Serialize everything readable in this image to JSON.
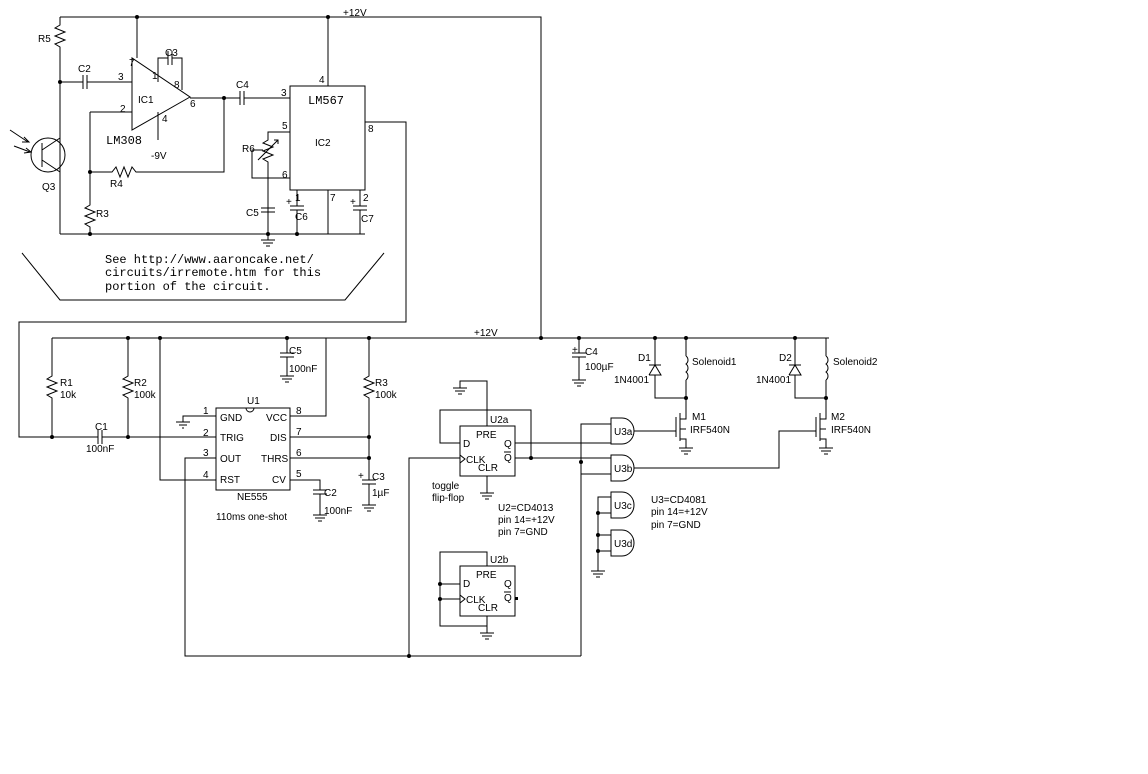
{
  "rails": {
    "top_supply": "+12V",
    "mid_supply": "+12V"
  },
  "ic1": {
    "ref": "IC1",
    "part": "LM308",
    "neg_supply": "-9V",
    "pins": [
      "7",
      "1",
      "8",
      "3",
      "2",
      "6",
      "4"
    ]
  },
  "ic2": {
    "ref": "IC2",
    "part": "LM567",
    "pins": [
      "3",
      "4",
      "5",
      "6",
      "8",
      "1",
      "7",
      "2"
    ]
  },
  "photo_transistor": "Q3",
  "top_parts": {
    "r5": "R5",
    "c2": "C2",
    "c3": "C3",
    "c4": "C4",
    "r4": "R4",
    "r3": "R3",
    "r6": "R6",
    "c5": "C5",
    "c6": "C6",
    "c7": "C7"
  },
  "note": [
    "See http://www.aaroncake.net/",
    "circuits/irremote.htm for this",
    "portion of the circuit."
  ],
  "ne555": {
    "ref": "U1",
    "part": "NE555",
    "caption": "110ms one-shot",
    "left_pins": [
      {
        "num": "1",
        "name": "GND"
      },
      {
        "num": "2",
        "name": "TRIG"
      },
      {
        "num": "3",
        "name": "OUT"
      },
      {
        "num": "4",
        "name": "RST"
      }
    ],
    "right_pins": [
      {
        "num": "8",
        "name": "VCC"
      },
      {
        "num": "7",
        "name": "DIS"
      },
      {
        "num": "6",
        "name": "THRS"
      },
      {
        "num": "5",
        "name": "CV"
      }
    ]
  },
  "timer_parts": {
    "r1": {
      "ref": "R1",
      "value": "10k"
    },
    "r2": {
      "ref": "R2",
      "value": "100k"
    },
    "c1": {
      "ref": "C1",
      "value": "100nF"
    },
    "c5": {
      "ref": "C5",
      "value": "100nF"
    },
    "r3": {
      "ref": "R3",
      "value": "100k"
    },
    "c3": {
      "ref": "C3",
      "value": "1µF"
    },
    "c2": {
      "ref": "C2",
      "value": "100nF"
    }
  },
  "ff_a": {
    "ref": "U2a",
    "pins": {
      "pre": "PRE",
      "d": "D",
      "q": "Q",
      "qbar": "Q",
      "clk": "CLK",
      "clr": "CLR"
    },
    "caption": [
      "toggle",
      "flip-flop"
    ]
  },
  "ff_b": {
    "ref": "U2b",
    "pins": {
      "pre": "PRE",
      "d": "D",
      "q": "Q",
      "qbar": "Q",
      "clk": "CLK",
      "clr": "CLR"
    }
  },
  "u2_note": [
    "U2=CD4013",
    "pin 14=+12V",
    "pin 7=GND"
  ],
  "gates": [
    "U3a",
    "U3b",
    "U3c",
    "U3d"
  ],
  "u3_note": [
    "U3=CD4081",
    "pin 14=+12V",
    "pin 7=GND"
  ],
  "c4": {
    "ref": "C4",
    "value": "100µF"
  },
  "driver1": {
    "diode": "D1",
    "diode_part": "1N4001",
    "coil": "Solenoid1",
    "fet": "M1",
    "fet_part": "IRF540N"
  },
  "driver2": {
    "diode": "D2",
    "diode_part": "1N4001",
    "coil": "Solenoid2",
    "fet": "M2",
    "fet_part": "IRF540N"
  }
}
